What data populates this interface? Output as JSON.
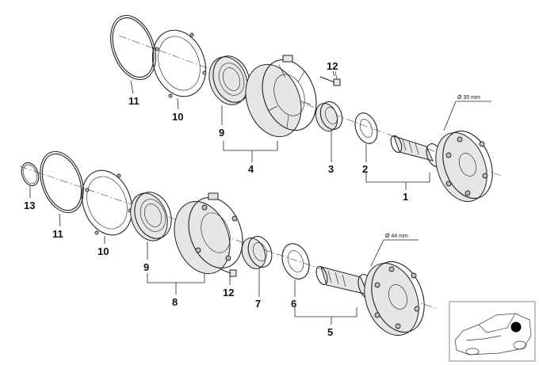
{
  "diagram": {
    "labels": {
      "upper": {
        "p11": "11",
        "p10": "10",
        "p9": "9",
        "p4": "4",
        "p12": "12",
        "p3": "3",
        "p2": "2",
        "p1": "1"
      },
      "lower": {
        "p13": "13",
        "p11": "11",
        "p10": "10",
        "p9": "9",
        "p8": "8",
        "p12": "12",
        "p7": "7",
        "p6": "6",
        "p5": "5"
      }
    },
    "dimensions": {
      "upper_flange": "Ø 35 mm",
      "lower_flange": "Ø 44 mm"
    },
    "inset": {
      "icon": "car-location-icon"
    }
  }
}
